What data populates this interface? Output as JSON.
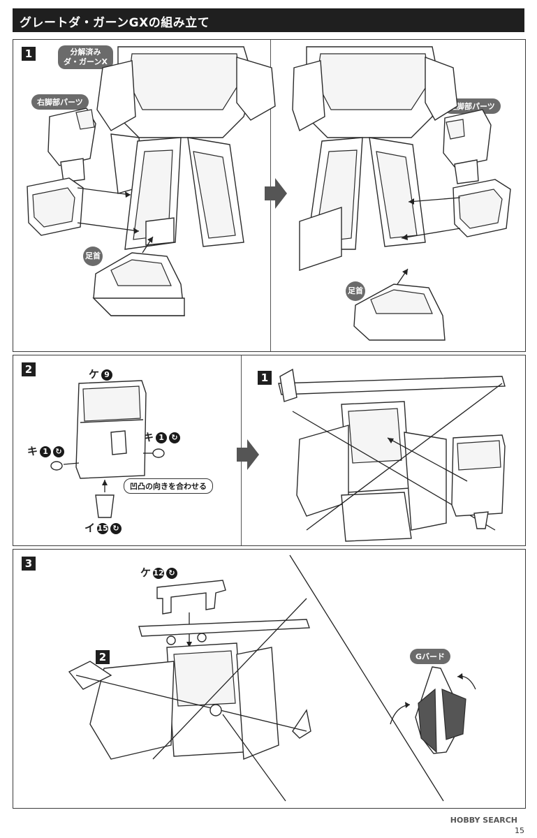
{
  "header": {
    "title": "グレートダ・ガーンGXの組み立て"
  },
  "step1": {
    "number": "1",
    "pre_label": "分解済み\nダ・ガーンX",
    "right_leg_label": "右脚部パーツ",
    "left_leg_label": "左脚部パーツ",
    "ankle_label": "足首"
  },
  "step2": {
    "number": "2",
    "part_ke": "ケ",
    "part_ke_num": "9",
    "part_ki": "キ",
    "part_ki_num": "1",
    "part_i": "イ",
    "part_i_num": "15",
    "note": "凹凸の向きを合わせる",
    "ref_step": "1"
  },
  "step3": {
    "number": "3",
    "part_ke": "ケ",
    "part_ke_num": "12",
    "ref_step": "2",
    "g_bird_label": "Gバード"
  },
  "footer": {
    "watermark": "HOBBY SEARCH",
    "page": "15"
  }
}
